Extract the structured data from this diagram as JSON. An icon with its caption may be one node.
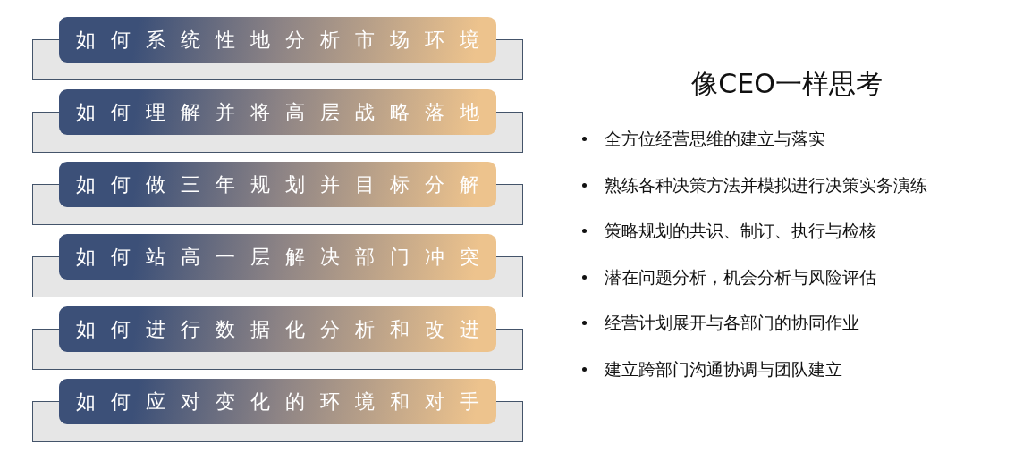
{
  "diagram": {
    "title": "像CEO一样思考",
    "nodes": [
      {
        "text": [
          "如何系统性地分析市场环境"
        ]
      },
      {
        "text": [
          "如何理解并将高层战略落地"
        ]
      },
      {
        "text": [
          "如何做三年规划并目标分解"
        ]
      },
      {
        "text": [
          "如何站高一层解决部门冲突"
        ]
      },
      {
        "text": [
          "如何进行数据化分析和改进"
        ]
      },
      {
        "text": [
          "如何应对变化的环境和对手"
        ]
      }
    ],
    "labels": [
      "全方位经营思维的建立与落实",
      "熟练各种决策方法并模拟进行决策实务演练",
      "策略规划的共识、制订、执行与检核",
      "潜在问题分析，机会分析与风险评估",
      "经营计划展开与各部门的协同作业",
      "建立跨部门沟通协调与团队建立"
    ]
  }
}
